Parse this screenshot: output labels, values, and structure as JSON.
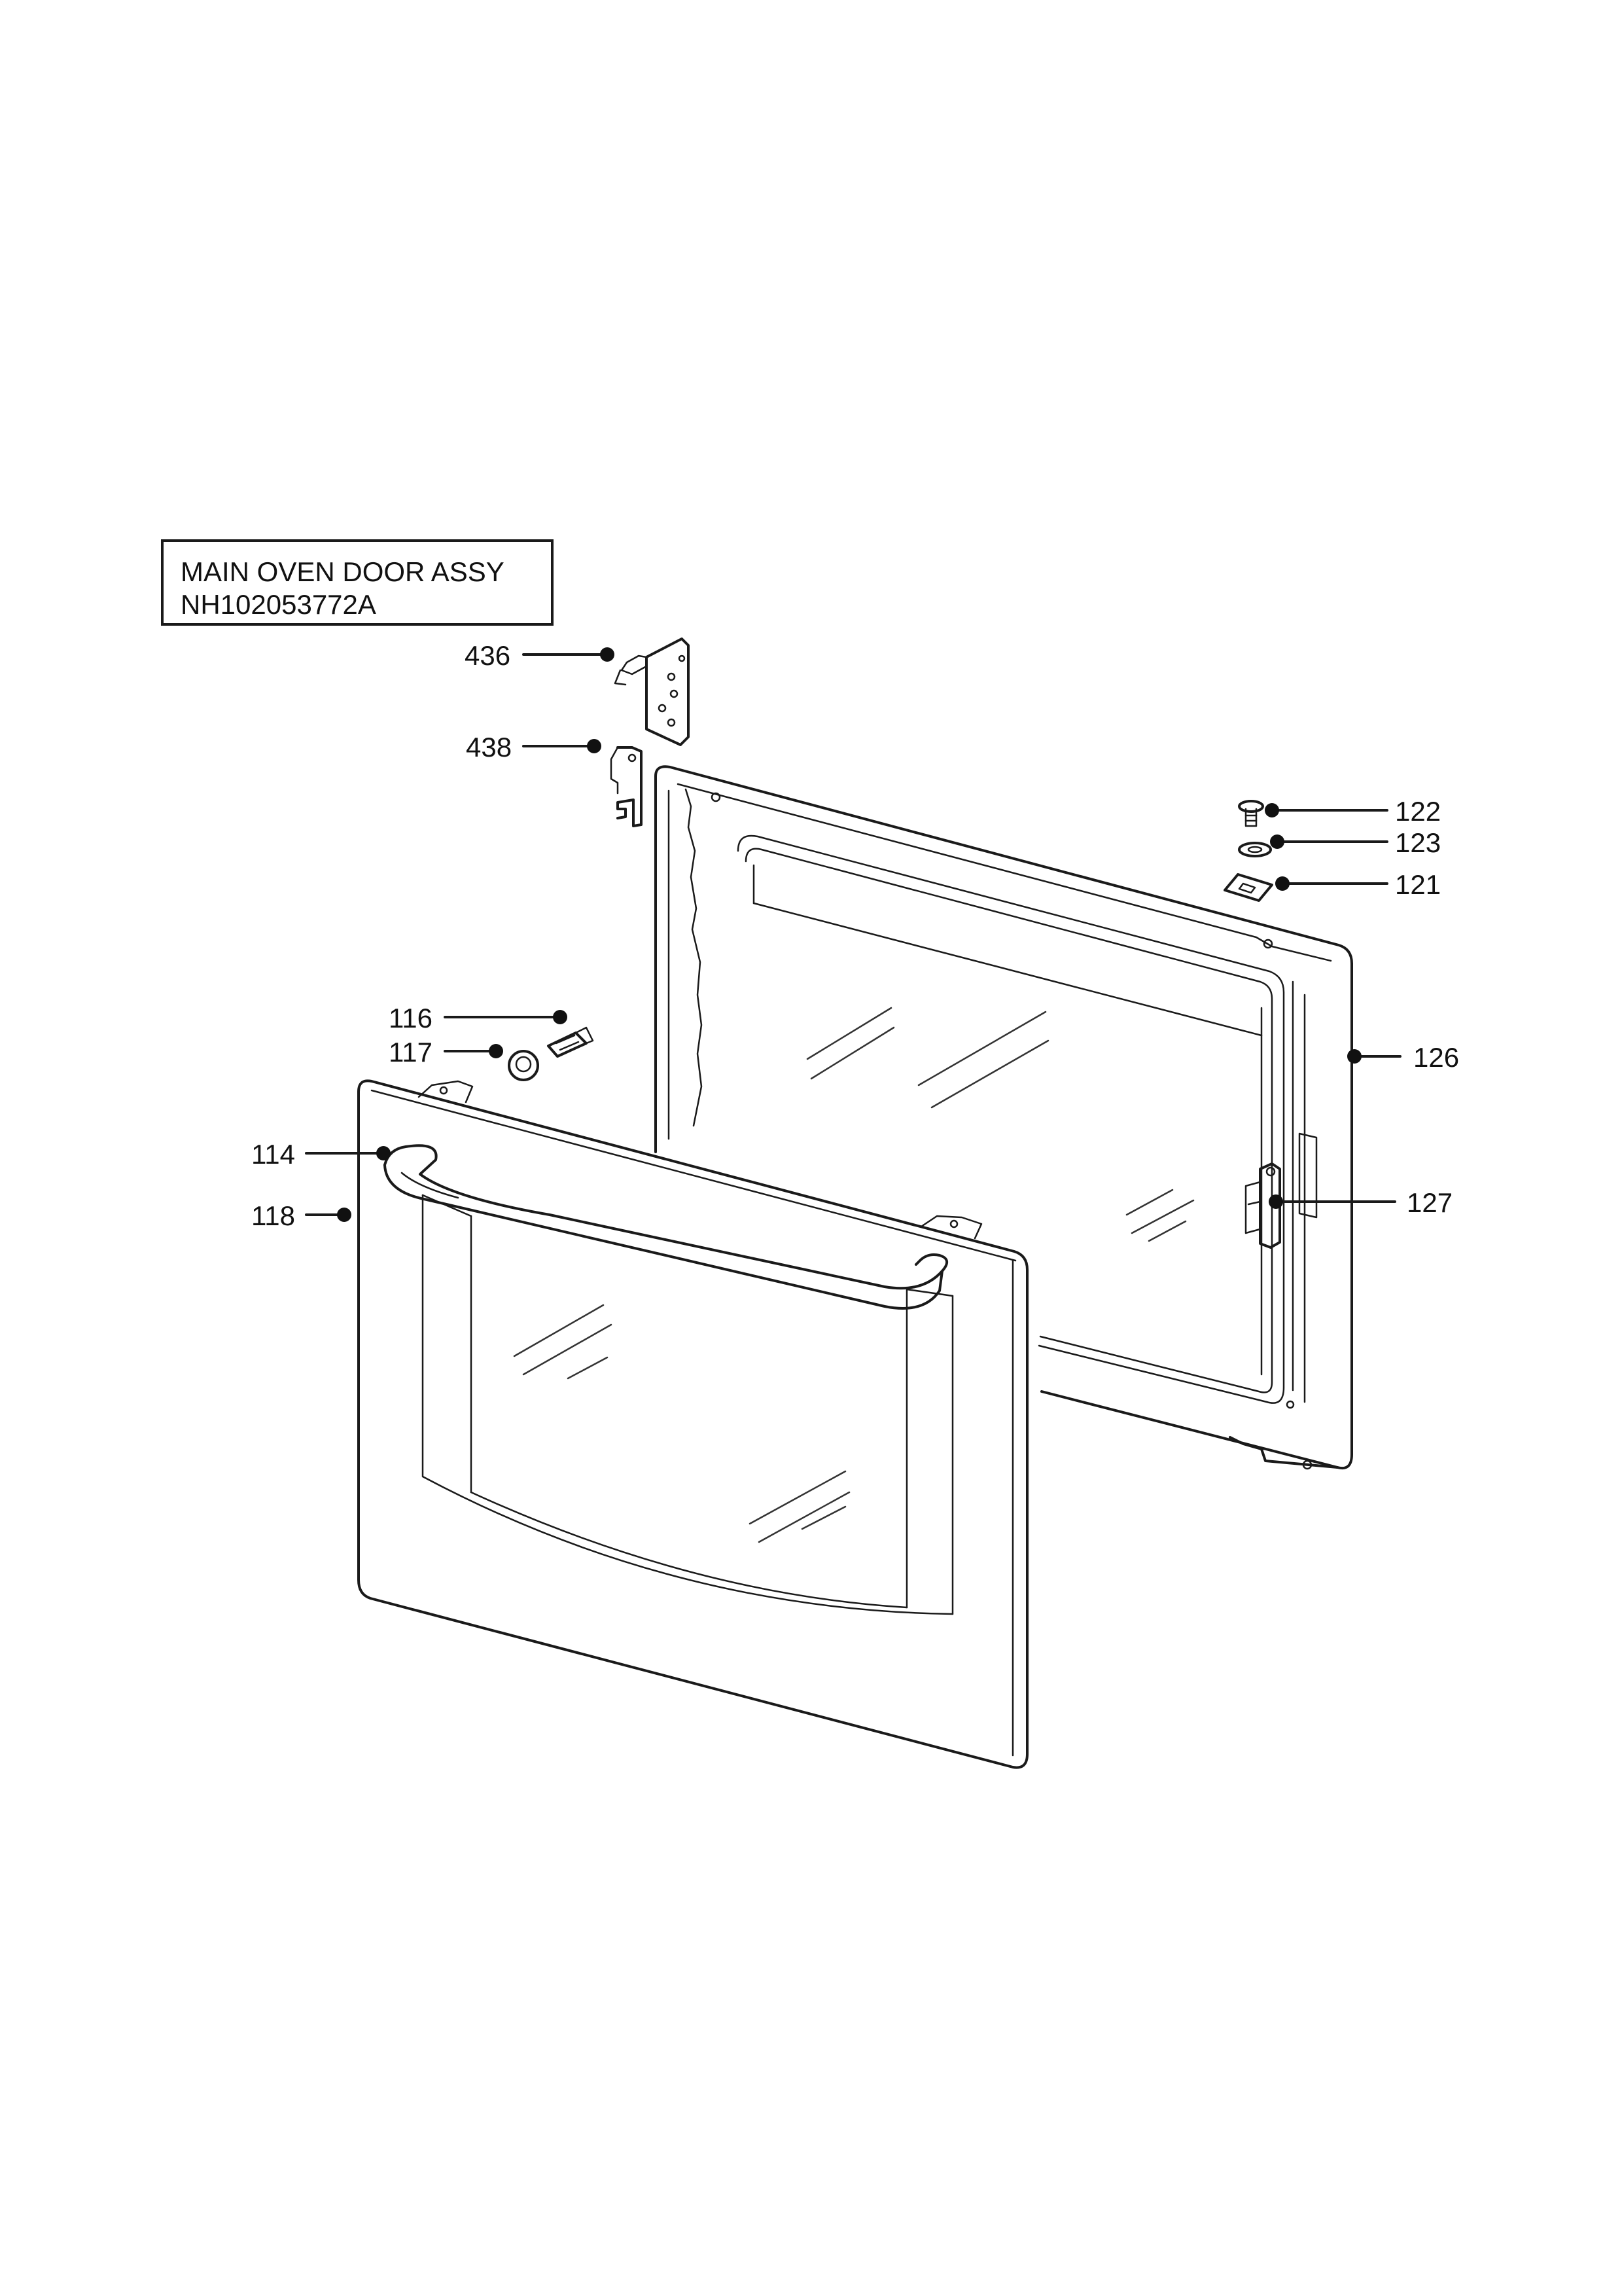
{
  "title_box": {
    "line1": "MAIN OVEN DOOR ASSY",
    "line2": "NH102053772A"
  },
  "callouts": [
    {
      "id": "436",
      "label": "436"
    },
    {
      "id": "438",
      "label": "438"
    },
    {
      "id": "122",
      "label": "122"
    },
    {
      "id": "123",
      "label": "123"
    },
    {
      "id": "121",
      "label": "121"
    },
    {
      "id": "116",
      "label": "116"
    },
    {
      "id": "117",
      "label": "117"
    },
    {
      "id": "126",
      "label": "126"
    },
    {
      "id": "114",
      "label": "114"
    },
    {
      "id": "118",
      "label": "118"
    },
    {
      "id": "127",
      "label": "127"
    }
  ]
}
